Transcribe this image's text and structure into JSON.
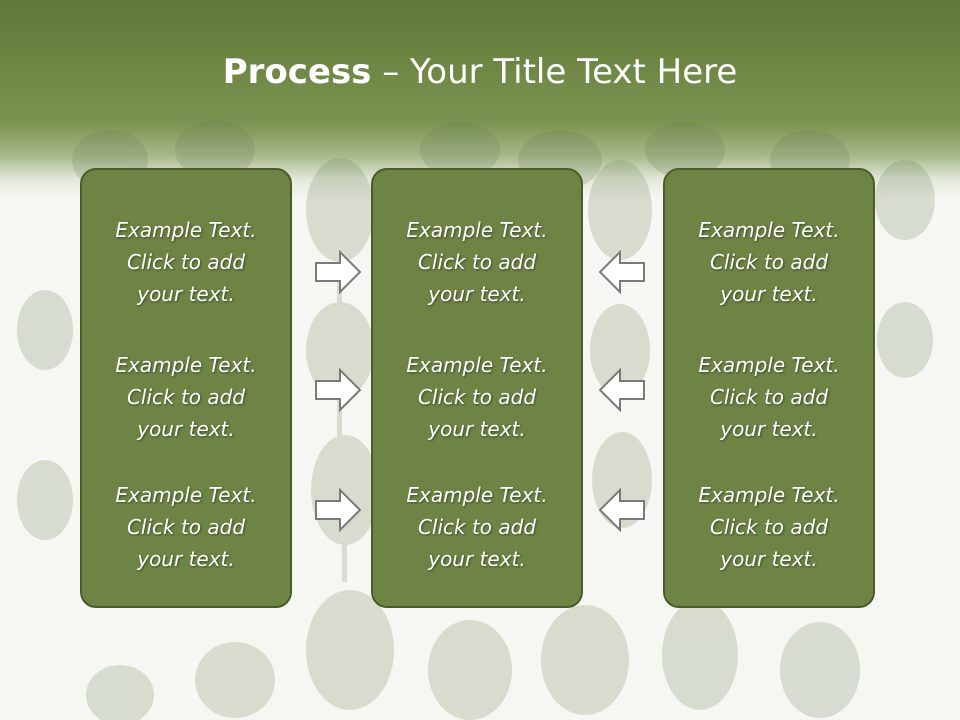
{
  "title": {
    "bold": "Process",
    "rest": " – Your Title Text Here"
  },
  "columns": [
    {
      "items": [
        {
          "line1": "Example Text.",
          "line2": "Click  to add",
          "line3": "your text."
        },
        {
          "line1": "Example Text.",
          "line2": "Click  to add",
          "line3": "your text."
        },
        {
          "line1": "Example Text.",
          "line2": "Click  to add",
          "line3": "your text."
        }
      ]
    },
    {
      "items": [
        {
          "line1": "Example Text.",
          "line2": "Click  to add",
          "line3": "your text."
        },
        {
          "line1": "Example Text.",
          "line2": "Click  to add",
          "line3": "your text."
        },
        {
          "line1": "Example Text.",
          "line2": "Click  to add",
          "line3": "your text."
        }
      ]
    },
    {
      "items": [
        {
          "line1": "Example Text.",
          "line2": "Click  to add",
          "line3": "your text."
        },
        {
          "line1": "Example Text.",
          "line2": "Click  to add",
          "line3": "your text."
        },
        {
          "line1": "Example Text.",
          "line2": "Click  to add",
          "line3": "your text."
        }
      ]
    }
  ],
  "arrows": {
    "left_group": [
      "right",
      "right",
      "right"
    ],
    "right_group": [
      "left",
      "left",
      "left"
    ]
  },
  "colors": {
    "header": "#6f8845",
    "box_fill": "#6e8445",
    "box_border": "#4b5c2a",
    "arrow_fill": "#ffffff",
    "arrow_stroke": "#7a7a7a",
    "text": "#ffffff"
  }
}
